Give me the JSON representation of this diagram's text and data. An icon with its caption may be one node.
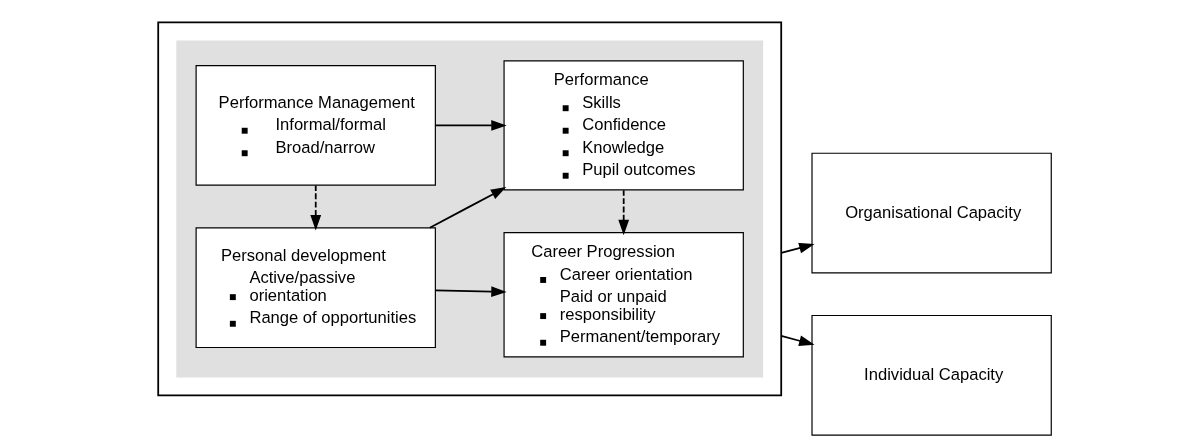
{
  "diagram": {
    "nodes": [
      {
        "text": [],
        "shape": "box"
      },
      {
        "text": [],
        "shape": "box",
        "in": 0
      },
      {
        "text": [
          "Performance Management",
          "Informal/formal",
          "Broad/narrow"
        ],
        "in": 1
      },
      {
        "text": [
          "Personal development",
          "Active/passive orientation",
          "Range of opportunities"
        ],
        "in": 1
      },
      {
        "text": [
          "Performance",
          "Skills",
          "Confidence",
          "Knowledge",
          "Pupil outcomes"
        ],
        "in": 1
      },
      {
        "text": [
          "Career Progression",
          "Career orientation",
          "Paid or unpaid responsibility",
          "Permanent/temporary"
        ],
        "in": 1
      },
      {
        "text": [
          "Organisational Capacity"
        ]
      },
      {
        "text": [
          "Individual Capacity"
        ]
      }
    ],
    "edges": [
      {
        "from": 2,
        "to": 4,
        "arrow": "to"
      },
      {
        "from": 2,
        "to": 3,
        "arrow": "to",
        "style": "dashed"
      },
      {
        "from": 4,
        "to": 5,
        "arrow": "to",
        "style": "dashed"
      },
      {
        "from": 3,
        "to": 4,
        "arrow": "to"
      },
      {
        "from": 3,
        "to": 5,
        "arrow": "to"
      },
      {
        "from": 0,
        "to": 6,
        "arrow": "to"
      },
      {
        "from": 0,
        "to": 7,
        "arrow": "to"
      }
    ]
  }
}
